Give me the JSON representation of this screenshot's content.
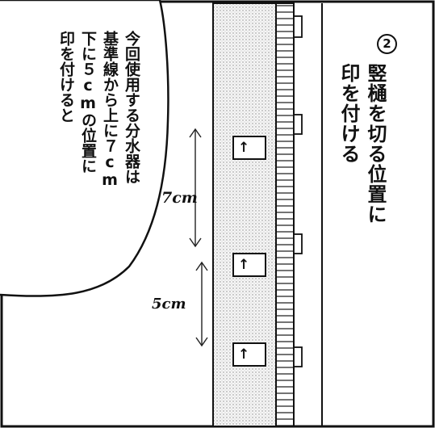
{
  "step_number": "2",
  "caption_lines": [
    "竪樋を切る位置に",
    "印を付ける"
  ],
  "speech_lines": [
    "今回使用する分水器は",
    "基準線から上に７cm",
    "下に５cmの位置に",
    "印を付けると"
  ],
  "measure_upper": "7cm",
  "measure_lower": "5cm",
  "arrow_symbol": "↑"
}
